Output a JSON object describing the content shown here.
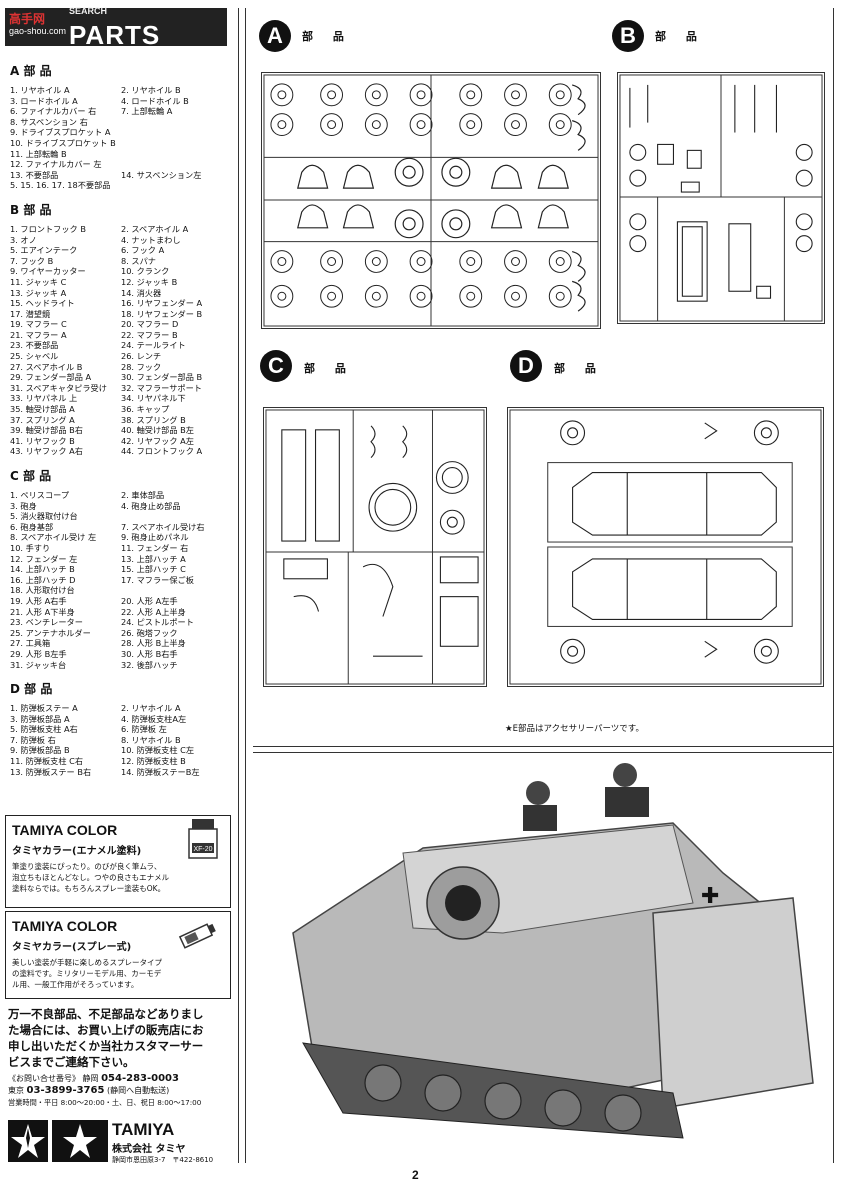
{
  "header": {
    "logo": "高手网",
    "logo_url": "gao-shou.com",
    "search": "SEARCH",
    "title": "PARTS"
  },
  "parts_lists": [
    {
      "title": "A 部 品",
      "rows": [
        [
          "1. リヤホイル A",
          "2. リヤホイル B"
        ],
        [
          "3. ロードホイル A",
          "4. ロードホイル B"
        ],
        [
          "6. ファイナルカバー 右",
          "7. 上部転輪 A"
        ],
        [
          "8. サスペンション 右",
          ""
        ],
        [
          "9. ドライブスプロケット A",
          ""
        ],
        [
          "10. ドライブスプロケット B",
          ""
        ],
        [
          "11. 上部転輪 B",
          ""
        ],
        [
          "12. ファイナルカバー 左",
          ""
        ],
        [
          "13. 不要部品",
          "14. サスペンション左"
        ],
        [
          "5. 15. 16. 17. 18不要部品",
          ""
        ]
      ]
    },
    {
      "title": "B 部 品",
      "rows": [
        [
          "1. フロントフック B",
          "2. スペアホイル A"
        ],
        [
          "3. オノ",
          "4. ナットまわし"
        ],
        [
          "5. エアインテーク",
          "6. フック A"
        ],
        [
          "7. フック B",
          "8. スパナ"
        ],
        [
          "9. ワイヤーカッター",
          "10. クランク"
        ],
        [
          "11. ジャッキ C",
          "12. ジャッキ B"
        ],
        [
          "13. ジャッキ A",
          "14. 消火器"
        ],
        [
          "15. ヘッドライト",
          "16. リヤフェンダー A"
        ],
        [
          "17. 潜望鏡",
          "18. リヤフェンダー B"
        ],
        [
          "19. マフラー C",
          "20. マフラー D"
        ],
        [
          "21. マフラー A",
          "22. マフラー B"
        ],
        [
          "23. 不要部品",
          "24. テールライト"
        ],
        [
          "25. シャベル",
          "26. レンチ"
        ],
        [
          "27. スペアホイル B",
          "28. フック"
        ],
        [
          "29. フェンダー部品 A",
          "30. フェンダー部品 B"
        ],
        [
          "31. スペアキャタピラ受け",
          "32. マフラーサポート"
        ],
        [
          "33. リヤパネル 上",
          "34. リヤパネル下"
        ],
        [
          "35. 軸受け部品 A",
          "36. キャップ"
        ],
        [
          "37. スプリング A",
          "38. スプリング B"
        ],
        [
          "39. 軸受け部品 B右",
          "40. 軸受け部品 B左"
        ],
        [
          "41. リヤフック B",
          "42. リヤフック A左"
        ],
        [
          "43. リヤフック A右",
          "44. フロントフック A"
        ]
      ]
    },
    {
      "title": "C 部 品",
      "rows": [
        [
          "1. ペリスコープ",
          "2. 車体部品"
        ],
        [
          "3. 砲身",
          "4. 砲身止め部品"
        ],
        [
          "5. 消火器取付け台",
          ""
        ],
        [
          "6. 砲身基部",
          "7. スペアホイル受け右"
        ],
        [
          "8. スペアホイル受け 左",
          "9. 砲身止めパネル"
        ],
        [
          "10. 手すり",
          "11. フェンダー 右"
        ],
        [
          "12. フェンダー 左",
          "13. 上部ハッチ A"
        ],
        [
          "14. 上部ハッチ B",
          "15. 上部ハッチ C"
        ],
        [
          "16. 上部ハッチ D",
          "17. マフラー保ご板"
        ],
        [
          "18. 人形取付け台",
          ""
        ],
        [
          "19. 人形 A右手",
          "20. 人形 A左手"
        ],
        [
          "21. 人形 A下半身",
          "22. 人形 A上半身"
        ],
        [
          "23. ベンチレーター",
          "24. ピストルポート"
        ],
        [
          "25. アンテナホルダー",
          "26. 砲塔フック"
        ],
        [
          "27. 工具箱",
          "28. 人形 B上半身"
        ],
        [
          "29. 人形 B左手",
          "30. 人形 B右手"
        ],
        [
          "31. ジャッキ台",
          "32. 後部ハッチ"
        ]
      ]
    },
    {
      "title": "D 部 品",
      "rows": [
        [
          "1. 防弾板ステー A",
          "2. リヤホイル A"
        ],
        [
          "3. 防弾板部品 A",
          "4. 防弾板支柱A左"
        ],
        [
          "5. 防弾板支柱 A右",
          "6. 防弾板 左"
        ],
        [
          "7. 防弾板 右",
          "8. リヤホイル B"
        ],
        [
          "9. 防弾板部品 B",
          "10. 防弾板支柱 C左"
        ],
        [
          "11. 防弾板支柱 C右",
          "12. 防弾板支柱 B"
        ],
        [
          "13. 防弾板ステー B右",
          "14. 防弾板ステーB左"
        ]
      ]
    }
  ],
  "ads": {
    "enamel": {
      "title": "TAMIYA COLOR",
      "subtitle": "タミヤカラー(エナメル塗料)",
      "text": [
        "筆塗り塗装にぴったり。のびが良く筆ムラ、",
        "泡立ちもほとんどなし。つやの良さもエナメル",
        "塗料ならでは。もちろんスプレー塗装もOK。"
      ],
      "can_label": "XF-20"
    },
    "spray": {
      "title": "TAMIYA COLOR",
      "subtitle": "タミヤカラー(スプレー式)",
      "text": [
        "美しい塗装が手軽に楽しめるスプレータイプ",
        "の塗料です。ミリタリーモデル用、カーモデ",
        "ル用、一般工作用がそろっています。"
      ]
    }
  },
  "notice": [
    "万一不良部品、不足部品などありまし",
    "た場合には、お買い上げの販売店にお",
    "申し出いただくか当社カスタマーサー",
    "ビスまでご連絡下さい。"
  ],
  "contact": {
    "label": "《お問い合せ番号》",
    "shizuoka_label": "静岡",
    "shizuoka_no": "054-283-0003",
    "tokyo_label": "東京",
    "tokyo_no": "03-3899-3765",
    "tokyo_note": "(静岡へ自動転送)",
    "hours": "営業時間・平日 8:00〜20:00・土、日、祝日 8:00〜17:00"
  },
  "company": {
    "brand": "TAMIYA",
    "name": "株式会社 タミヤ",
    "address": "静岡市恩田原3-7　〒422-8610"
  },
  "sections": [
    {
      "letter": "A",
      "label": "部 品"
    },
    {
      "letter": "B",
      "label": "部 品"
    },
    {
      "letter": "C",
      "label": "部 品"
    },
    {
      "letter": "D",
      "label": "部 品"
    }
  ],
  "e_note": "★E部品はアクセサリーパーツです。",
  "photo": {
    "decal": "✚"
  },
  "page_number": "2"
}
